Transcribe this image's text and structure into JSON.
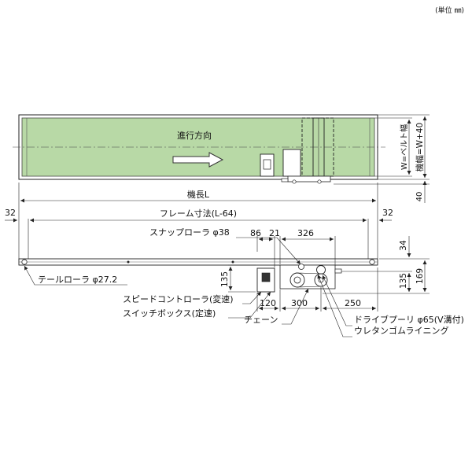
{
  "unit_note": "(単位 ㎜)",
  "top_view": {
    "direction_label": "進行方向",
    "belt_width_label": "W=ベルト幅",
    "machine_width_label": "機幅=W+40",
    "dim_40": "40"
  },
  "dimensions": {
    "machine_length": "機長L",
    "frame_size": "フレーム寸法(L-64)",
    "left_32": "32",
    "right_32": "32",
    "d86": "86",
    "d21": "21",
    "d326": "326",
    "d34": "34",
    "d135_left": "135",
    "d135_right": "135",
    "d169": "169",
    "d120": "120",
    "d300": "300",
    "d250": "250"
  },
  "callouts": {
    "snap_roller": "スナップローラ φ38",
    "tail_roller": "テールローラ φ27.2",
    "speed_controller": "スピードコントローラ(変速)",
    "switch_box": "スイッチボックス(定速)",
    "chain": "チェーン",
    "drive_pulley": "ドライブプーリ φ65(V溝付)",
    "urethane_lining": "ウレタンゴムライニング"
  },
  "colors": {
    "belt_fill": "#b8d9a6",
    "line": "#222222"
  }
}
